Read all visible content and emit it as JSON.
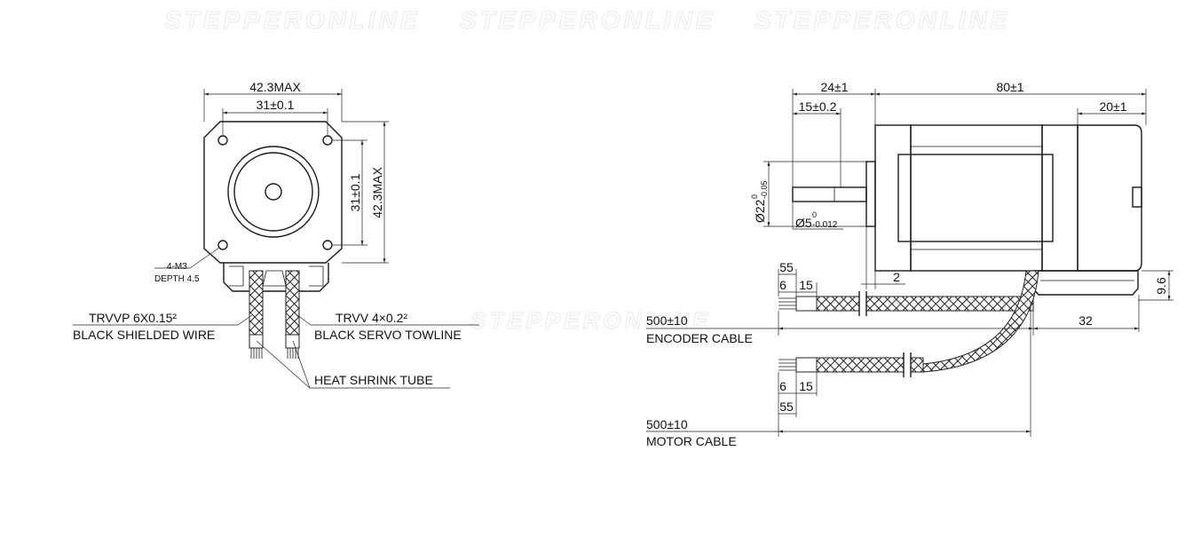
{
  "watermark": {
    "text": "STEPPERONLINE"
  },
  "front_view": {
    "width_max": "42.3MAX",
    "hole_spacing": "31±0.1",
    "height_hole_spacing": "31±0.1",
    "height_max": "42.3MAX",
    "mount_thread": "4-M3",
    "mount_depth": "DEPTH 4.5",
    "left_wire_spec": "TRVVP  6X0.15²",
    "left_wire_name": "BLACK SHIELDED WIRE",
    "right_wire_spec": "TRVV  4×0.2²",
    "right_wire_name": "BLACK SERVO TOWLINE",
    "heat_shrink": "HEAT SHRINK TUBE"
  },
  "side_view": {
    "shaft_total": "24±1",
    "shaft_flat": "15±0.2",
    "body_length": "80±1",
    "encoder_length": "20±1",
    "boss_dia": "Ø22",
    "boss_tol_upper": "0",
    "boss_tol_lower": "-0.05",
    "shaft_dia": "Ø5",
    "shaft_tol_upper": "0",
    "shaft_tol_lower": "-0.012",
    "enc_strip": "55",
    "enc_pin": "6",
    "enc_tube": "15",
    "boss_len": "2",
    "base_height": "9.6",
    "enc_cable_len": "500±10",
    "enc_cable_name": "ENCODER CABLE",
    "enc_exit": "32",
    "mot_pin": "6",
    "mot_tube": "15",
    "mot_strip": "55",
    "mot_cable_len": "500±10",
    "mot_cable_name": "MOTOR CABLE"
  }
}
